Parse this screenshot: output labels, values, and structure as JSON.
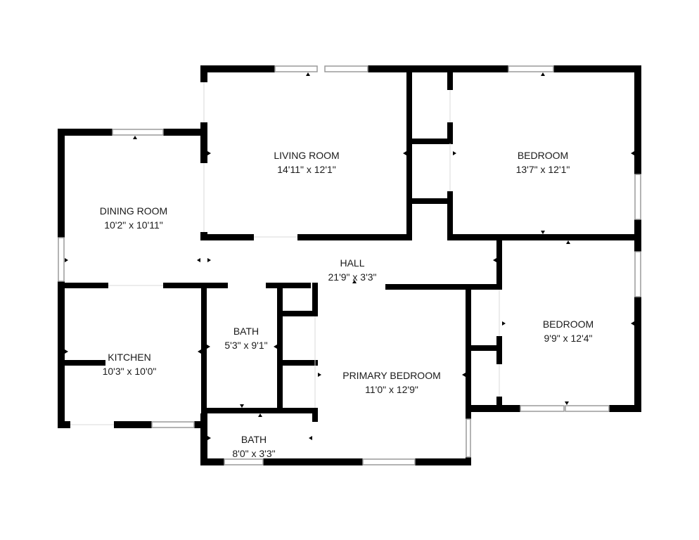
{
  "rooms": [
    {
      "key": "living",
      "name": "LIVING ROOM",
      "dims": "14'11\" x 12'1\""
    },
    {
      "key": "bedroom_ne",
      "name": "BEDROOM",
      "dims": "13'7\" x 12'1\""
    },
    {
      "key": "dining",
      "name": "DINING ROOM",
      "dims": "10'2\" x 10'11\""
    },
    {
      "key": "hall",
      "name": "HALL",
      "dims": "21'9\" x 3'3\""
    },
    {
      "key": "bedroom_e",
      "name": "BEDROOM",
      "dims": "9'9\" x 12'4\""
    },
    {
      "key": "bath_1",
      "name": "BATH",
      "dims": "5'3\" x 9'1\""
    },
    {
      "key": "kitchen",
      "name": "KITCHEN",
      "dims": "10'3\" x 10'0\""
    },
    {
      "key": "primary",
      "name": "PRIMARY BEDROOM",
      "dims": "11'0\" x 12'9\""
    },
    {
      "key": "bath_2",
      "name": "BATH",
      "dims": "8'0\" x 3'3\""
    }
  ],
  "colors": {
    "wall": "#000000",
    "window": "#9a9a9a",
    "background": "#ffffff"
  }
}
